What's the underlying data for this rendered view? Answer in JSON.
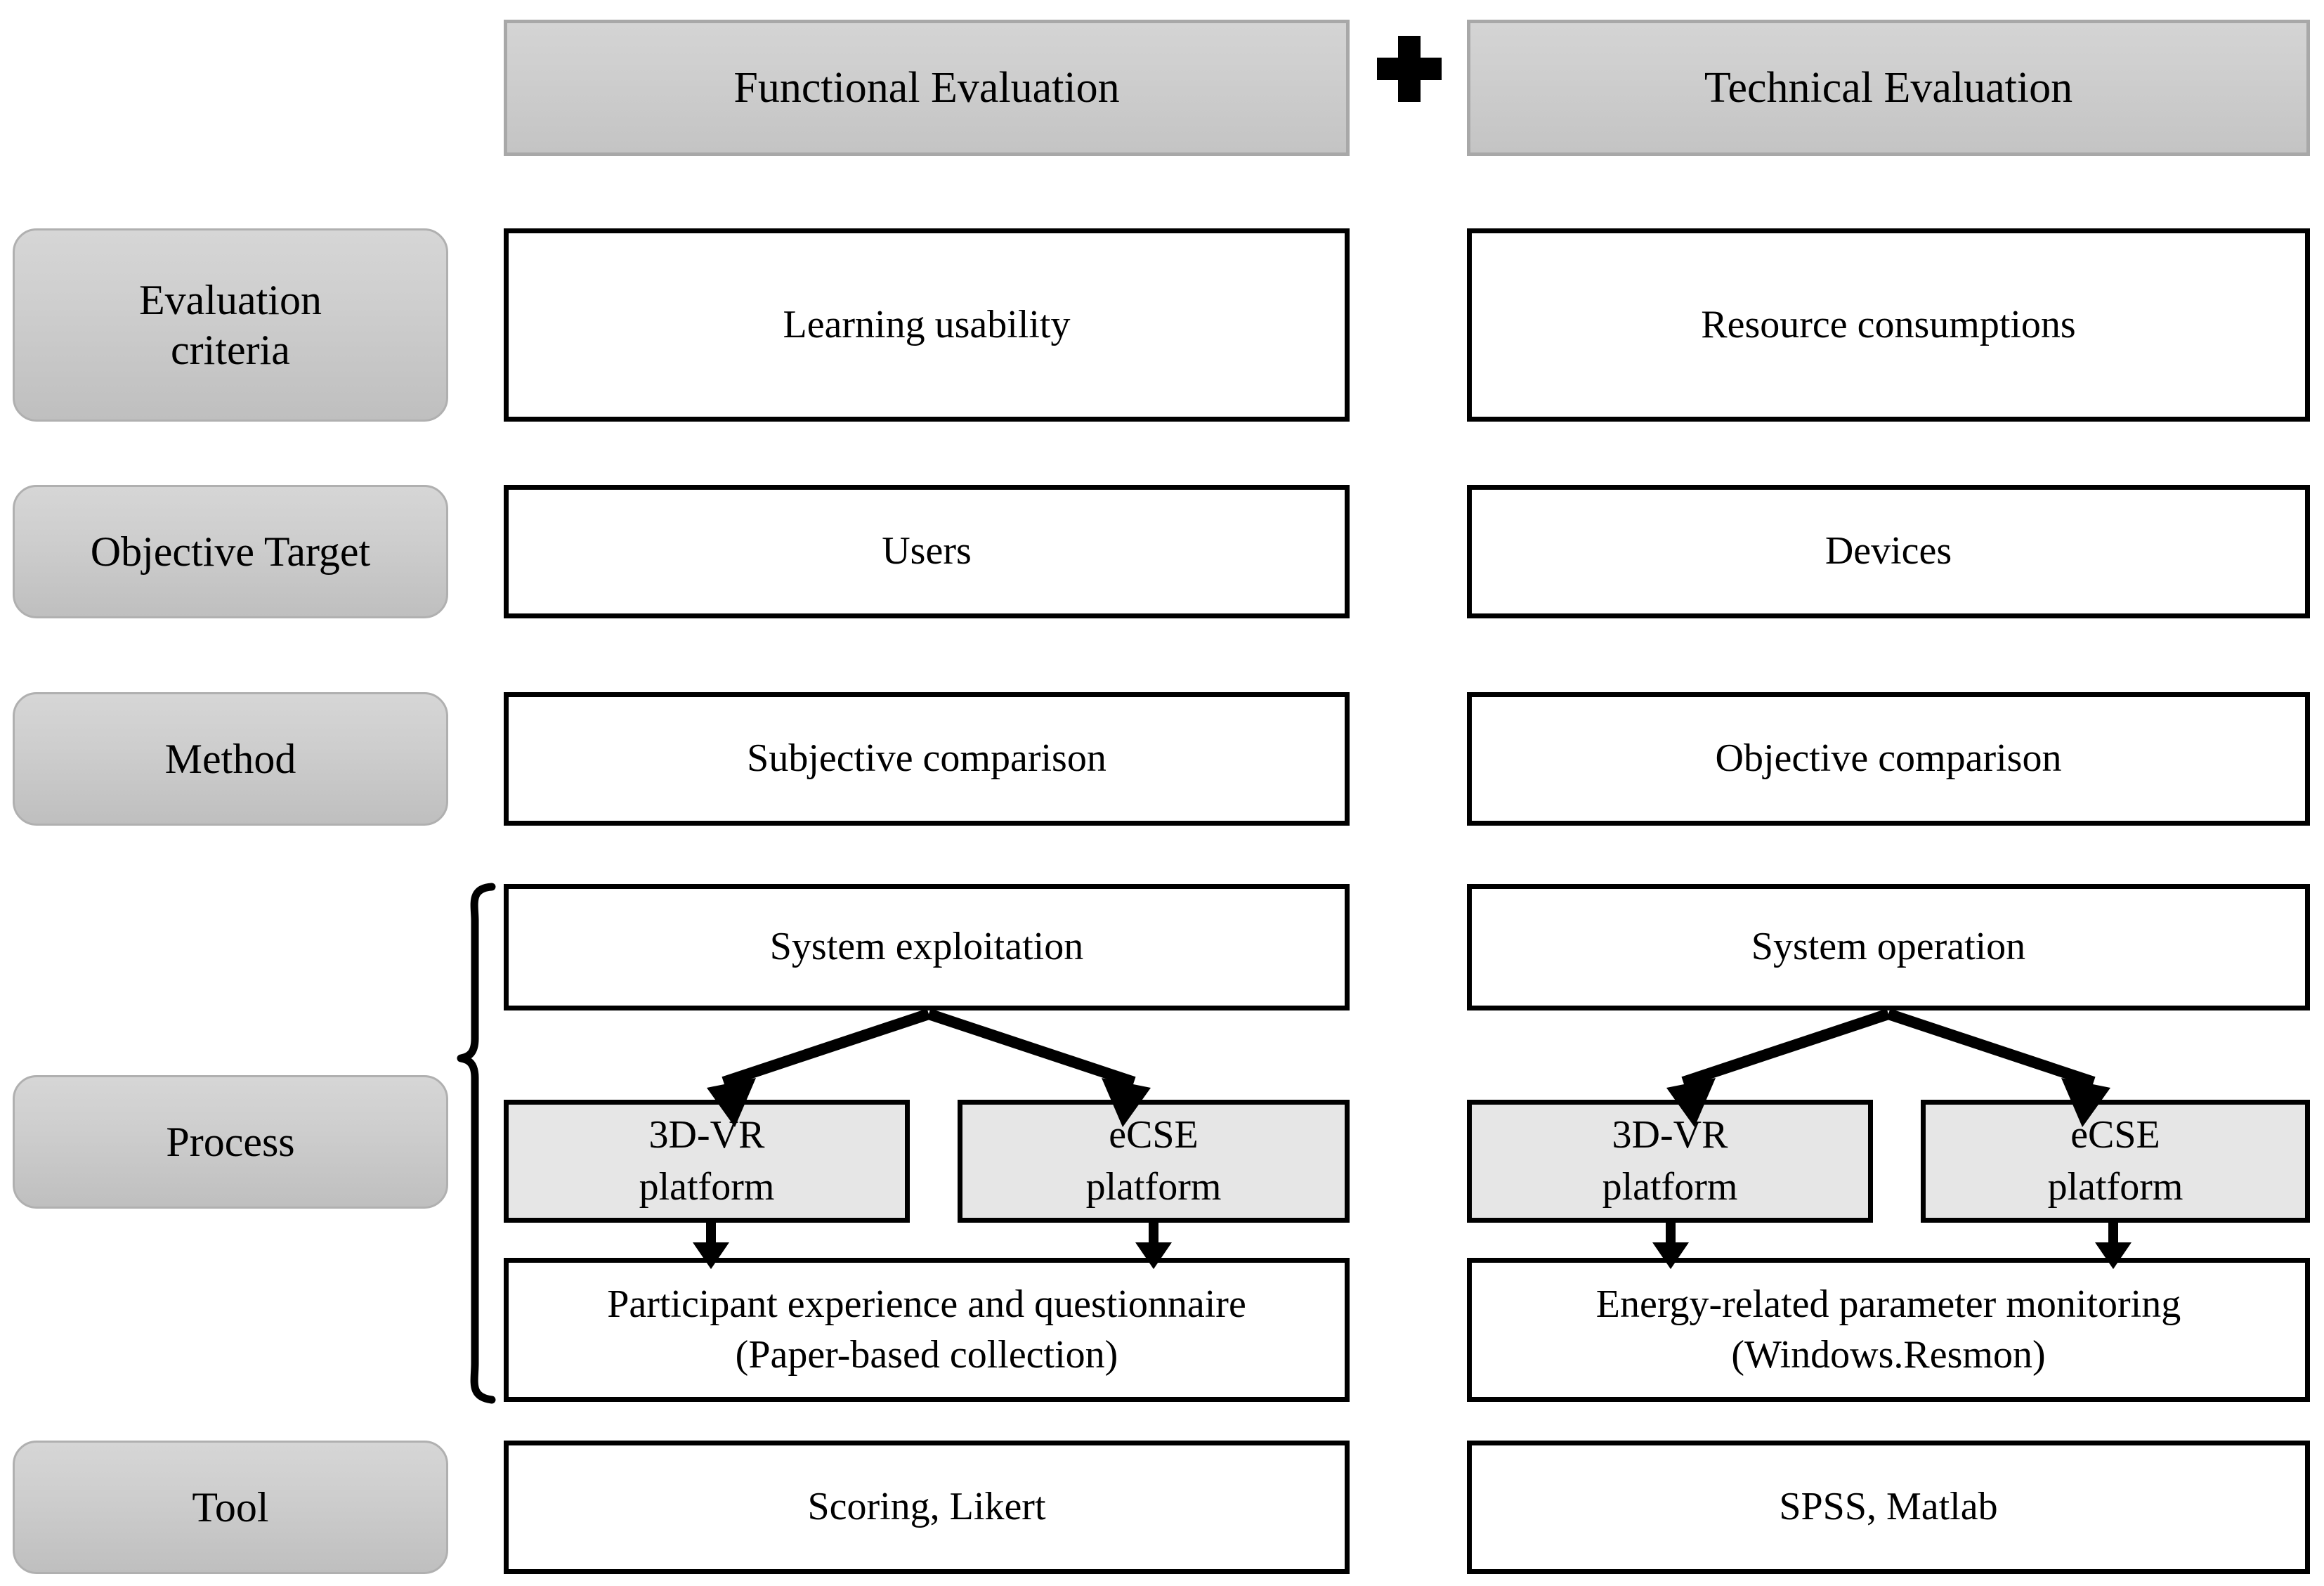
{
  "header": {
    "left_title": "Functional Evaluation",
    "right_title": "Technical Evaluation",
    "conjunction_icon": "plus-icon"
  },
  "row_labels": [
    {
      "id": "evaluation-criteria",
      "line1": "Evaluation",
      "line2": "criteria"
    },
    {
      "id": "objective-target",
      "line1": "Objective Target",
      "line2": ""
    },
    {
      "id": "method",
      "line1": "Method",
      "line2": ""
    },
    {
      "id": "process",
      "line1": "Process",
      "line2": ""
    },
    {
      "id": "tool",
      "line1": "Tool",
      "line2": ""
    }
  ],
  "rows": {
    "evaluation_criteria": {
      "functional": "Learning usability",
      "technical": "Resource consumptions"
    },
    "objective_target": {
      "functional": "Users",
      "technical": "Devices"
    },
    "method": {
      "functional": "Subjective comparison",
      "technical": "Objective comparison"
    },
    "process": {
      "functional": {
        "top": "System exploitation",
        "platform_left_line1": "3D-VR",
        "platform_left_line2": "platform",
        "platform_right_line1": "eCSE",
        "platform_right_line2": "platform",
        "bottom_line1": "Participant experience and questionnaire",
        "bottom_line2": "(Paper-based collection)"
      },
      "technical": {
        "top": "System operation",
        "platform_left_line1": "3D-VR",
        "platform_left_line2": "platform",
        "platform_right_line1": "eCSE",
        "platform_right_line2": "platform",
        "bottom_line1": "Energy-related parameter monitoring",
        "bottom_line2": "(Windows.Resmon)"
      }
    },
    "tool": {
      "functional": "Scoring, Likert",
      "technical": "SPSS, Matlab"
    }
  },
  "decorations": {
    "process_brace_icon": "curly-brace-icon",
    "split_arrow_icon": "fork-arrow-icon",
    "down_arrow_icon": "down-arrow-icon"
  },
  "colors": {
    "header_fill": "#cfcfcf",
    "header_border": "#a8a8a8",
    "label_fill": "#cecece",
    "label_border": "#b0b0b0",
    "box_border": "#000000",
    "platform_fill": "#e6e6e6",
    "canvas_background": "#ffffff"
  }
}
